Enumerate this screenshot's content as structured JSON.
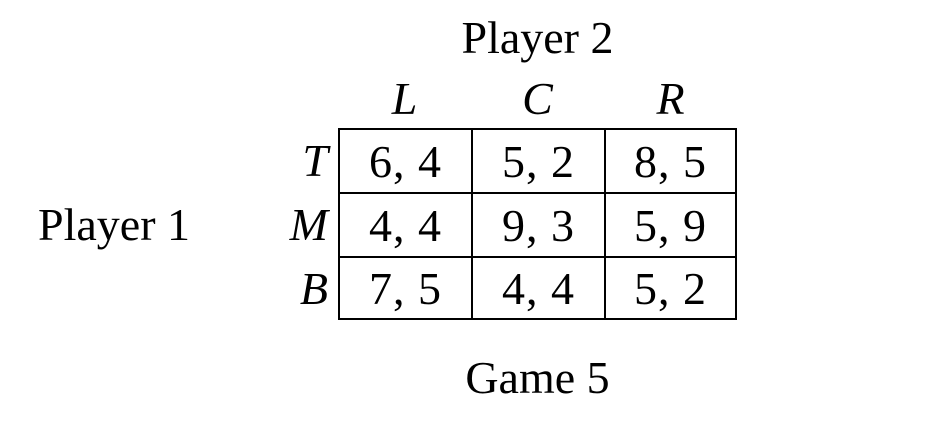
{
  "figure": {
    "top_label": "Player 2",
    "left_label": "Player 1",
    "caption": "Game 5",
    "column_headers": [
      "L",
      "C",
      "R"
    ],
    "row_headers": [
      "T",
      "M",
      "B"
    ],
    "payoffs_display": [
      [
        "6, 4",
        "5, 2",
        "8, 5"
      ],
      [
        "4, 4",
        "9, 3",
        "5, 9"
      ],
      [
        "7, 5",
        "4, 4",
        "5, 2"
      ]
    ],
    "colors": {
      "background": "#ffffff",
      "text": "#000000",
      "border": "#000000"
    }
  }
}
